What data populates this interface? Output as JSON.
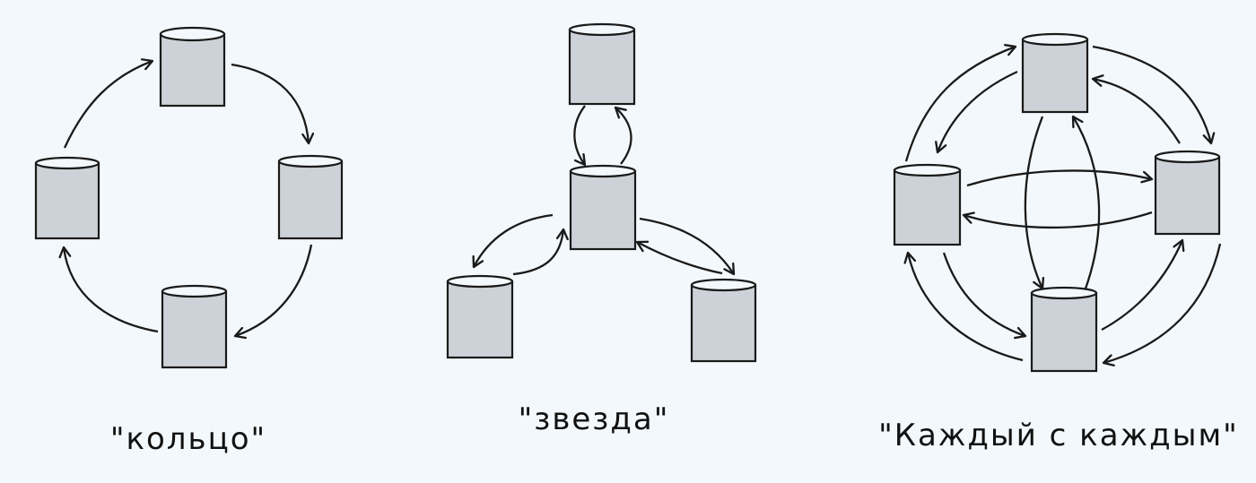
{
  "colors": {
    "background": "#f3f8fc",
    "cylinder_fill": "#cdd2d8",
    "stroke": "#1a1a1a"
  },
  "captions": {
    "ring": "\"кольцо\"",
    "star": "\"звезда\"",
    "mesh": "\"Каждый с каждым\""
  }
}
